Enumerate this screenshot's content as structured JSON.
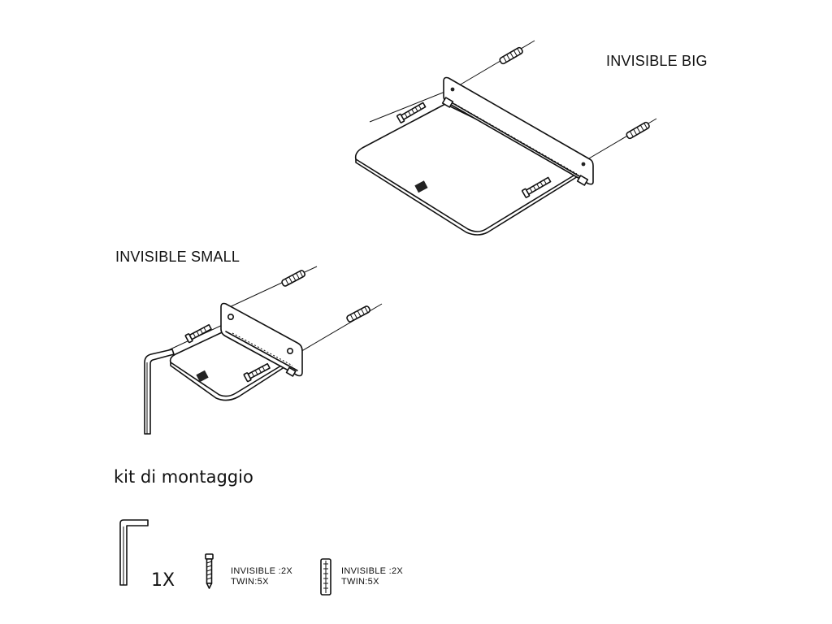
{
  "labels": {
    "big_title": "INVISIBLE BIG",
    "small_title": "INVISIBLE SMALL",
    "kit_title": "kit di montaggio"
  },
  "kit": {
    "hex_key_qty": "1X",
    "screw_line1": "INVISIBLE :2X",
    "screw_line2": "TWIN:5X",
    "plug_line1": "INVISIBLE :2X",
    "plug_line2": "TWIN:5X"
  },
  "icons": {
    "hex_key": "hex-key-icon",
    "screw": "screw-icon",
    "wall_plug": "wall-plug-icon"
  }
}
